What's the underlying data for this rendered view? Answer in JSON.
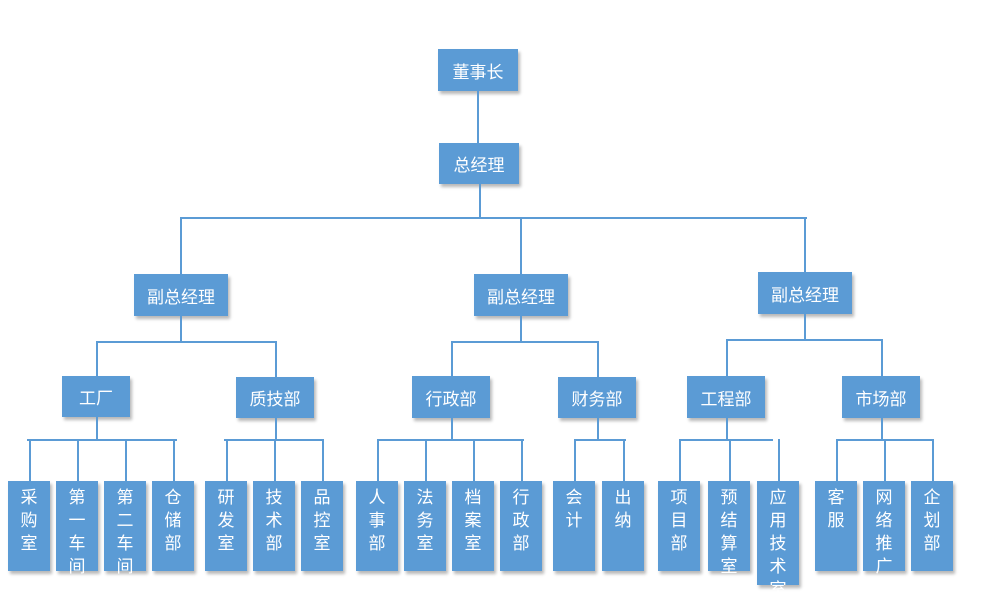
{
  "chairman": "董事长",
  "general_manager": "总经理",
  "vice_managers": [
    {
      "label": "副总经理",
      "departments": [
        {
          "label": "工厂",
          "units": [
            "采购室",
            "第一车间",
            "第二车间",
            "仓储部"
          ]
        },
        {
          "label": "质技部",
          "units": [
            "研发室",
            "技术部",
            "品控室"
          ]
        }
      ]
    },
    {
      "label": "副总经理",
      "departments": [
        {
          "label": "行政部",
          "units": [
            "人事部",
            "法务室",
            "档案室",
            "行政部"
          ]
        },
        {
          "label": "财务部",
          "units": [
            "会计",
            "出纳"
          ]
        }
      ]
    },
    {
      "label": "副总经理",
      "departments": [
        {
          "label": "工程部",
          "units": [
            "项目部",
            "预结算室",
            "应用技术室"
          ]
        },
        {
          "label": "市场部",
          "units": [
            "客服",
            "网络推广",
            "企划部"
          ]
        }
      ]
    }
  ],
  "colors": {
    "box": "#5b9bd5",
    "text": "#ffffff",
    "line": "#5b9bd5"
  }
}
